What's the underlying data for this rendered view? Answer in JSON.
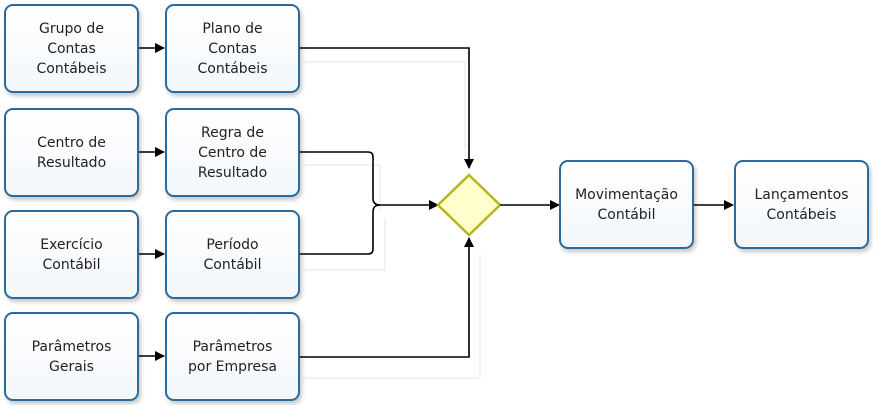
{
  "diagram": {
    "nodes": {
      "grupo_contas": "Grupo de\nContas\nContábeis",
      "plano_contas": "Plano de\nContas\nContábeis",
      "centro_resultado": "Centro de\nResultado",
      "regra_centro": "Regra de\nCentro de\nResultado",
      "exercicio": "Exercício\nContábil",
      "periodo": "Período\nContábil",
      "parametros_gerais": "Parâmetros\nGerais",
      "parametros_empresa": "Parâmetros\npor Empresa",
      "movimentacao": "Movimentação\nContábil",
      "lancamentos": "Lançamentos\nContábeis"
    },
    "colors": {
      "box_border": "#2a6b9c",
      "gateway_fill": "#ffffcc",
      "gateway_border": "#b5b520",
      "connector": "#000000"
    }
  }
}
